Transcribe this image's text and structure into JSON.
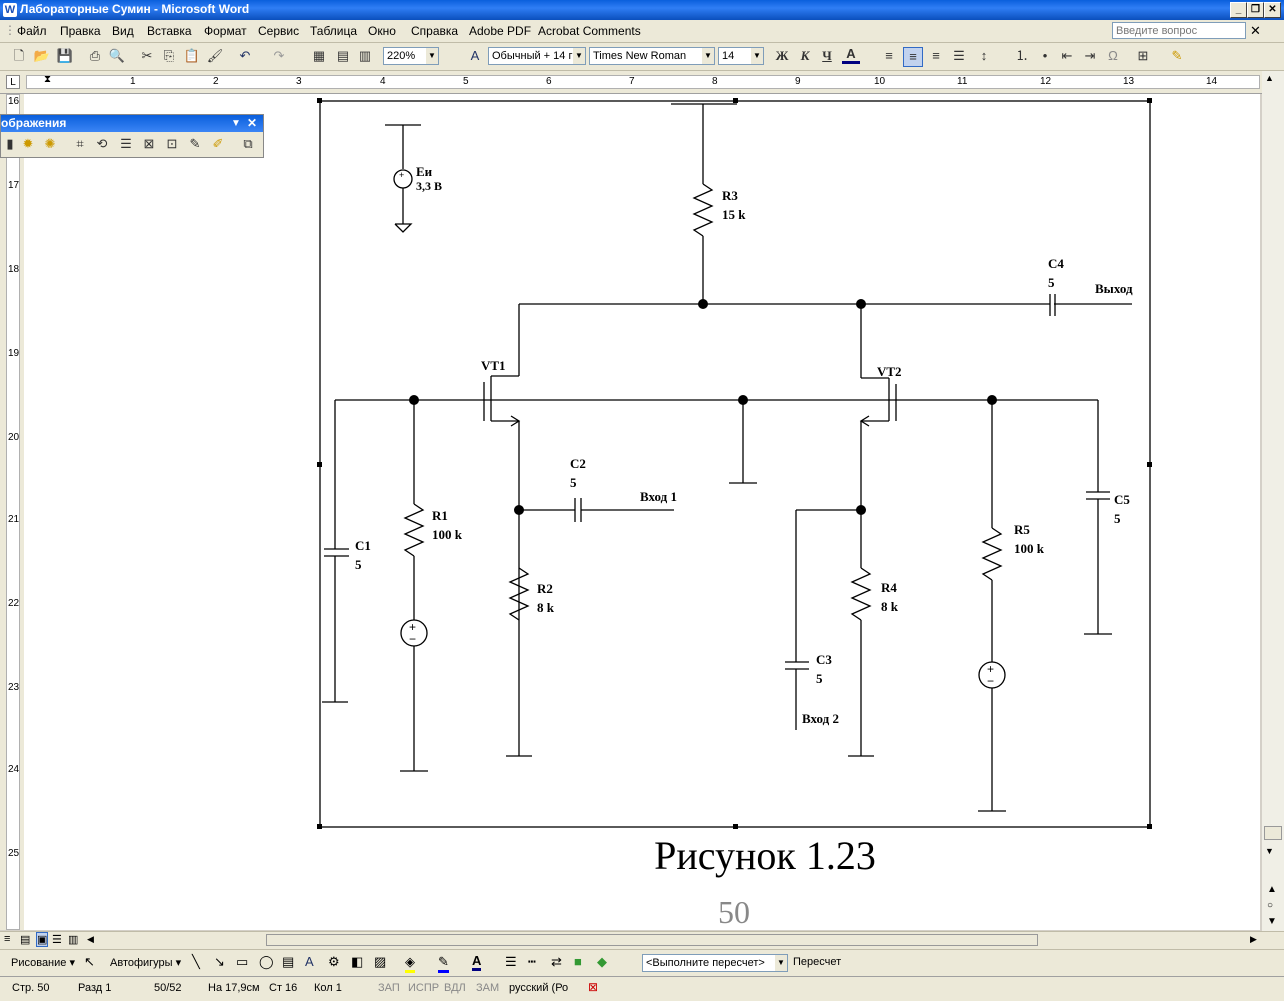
{
  "window": {
    "title": "Лабораторные Сумин - Microsoft Word"
  },
  "menu": {
    "items": [
      "Файл",
      "Правка",
      "Вид",
      "Вставка",
      "Формат",
      "Сервис",
      "Таблица",
      "Окно",
      "Справка",
      "Adobe PDF",
      "Acrobat Comments"
    ],
    "search_placeholder": "Введите вопрос"
  },
  "toolbar": {
    "zoom": "220%",
    "style": "Обычный + 14 г",
    "font": "Times New Roman",
    "size": "14",
    "bold": "Ж",
    "italic": "К",
    "underline": "Ч",
    "font_color_label": "A"
  },
  "float_panel": {
    "title": "ображения"
  },
  "ruler": {
    "h_numbers": [
      "1",
      "2",
      "3",
      "4",
      "5",
      "6",
      "7",
      "8",
      "9",
      "10",
      "11",
      "12",
      "13",
      "14"
    ],
    "v_numbers": [
      "16",
      "17",
      "18",
      "19",
      "20",
      "21",
      "22",
      "23",
      "24",
      "25"
    ]
  },
  "figure": {
    "source_label": "Eи",
    "source_value": "3,3 В",
    "components": [
      {
        "name": "R1",
        "value": "100 k"
      },
      {
        "name": "R2",
        "value": "8 k"
      },
      {
        "name": "R3",
        "value": "15 k"
      },
      {
        "name": "R4",
        "value": "8 k"
      },
      {
        "name": "R5",
        "value": "100 k"
      },
      {
        "name": "C1",
        "value": "5"
      },
      {
        "name": "C2",
        "value": "5"
      },
      {
        "name": "C3",
        "value": "5"
      },
      {
        "name": "C4",
        "value": "5"
      },
      {
        "name": "C5",
        "value": "5"
      },
      {
        "name": "VT1",
        "value": ""
      },
      {
        "name": "VT2",
        "value": ""
      }
    ],
    "input1": "Вход 1",
    "input2": "Вход 2",
    "output": "Выход",
    "caption": "Рисунок 1.23",
    "page_number": "50"
  },
  "drawing_bar": {
    "drawing_label": "Рисование",
    "autoshapes_label": "Автофигуры",
    "recalc_combo": "<Выполните пересчет>",
    "recalc_button": "Пересчет"
  },
  "status": {
    "page": "Стр. 50",
    "section": "Разд 1",
    "pages": "50/52",
    "position": "На 17,9см",
    "line": "Ст 16",
    "column": "Кол 1",
    "rec": "ЗАП",
    "trk": "ИСПР",
    "ext": "ВДЛ",
    "ovr": "ЗАМ",
    "language": "русский (Ро"
  },
  "colors": {
    "titlebar": "#0a5fdc",
    "chrome": "#ece9d8"
  }
}
